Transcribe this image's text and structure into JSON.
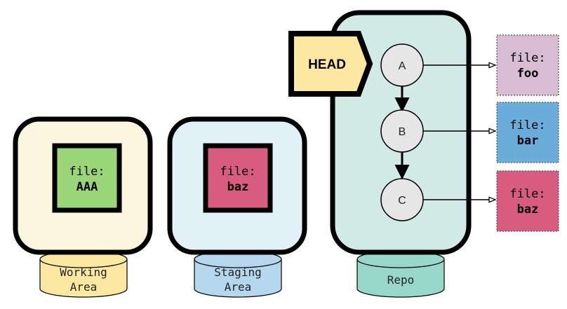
{
  "colors": {
    "working_area_fill": "#FDF5DD",
    "staging_area_fill": "#E2F1F8",
    "repo_fill": "#D2EAE5",
    "working_cyl": "#FDE8A1",
    "staging_cyl": "#B5D7EE",
    "repo_cyl": "#97D8CB",
    "file_green": "#9BD579",
    "file_pink": "#D85C80",
    "file_lavender": "#D8BCD4",
    "file_blue": "#6AACDA",
    "head_fill": "#FDE8A1",
    "commit_fill": "#E6E6E6",
    "outline": "#000000"
  },
  "working_area": {
    "label_line1": "Working",
    "label_line2": "Area",
    "file_prefix": "file:",
    "file_name": "AAA"
  },
  "staging_area": {
    "label_line1": "Staging",
    "label_line2": "Area",
    "file_prefix": "file:",
    "file_name": "baz"
  },
  "repo": {
    "label": "Repo",
    "head_label": "HEAD",
    "commits": [
      {
        "id": "A",
        "file_prefix": "file:",
        "file_name": "foo"
      },
      {
        "id": "B",
        "file_prefix": "file:",
        "file_name": "bar"
      },
      {
        "id": "C",
        "file_prefix": "file:",
        "file_name": "baz"
      }
    ]
  }
}
